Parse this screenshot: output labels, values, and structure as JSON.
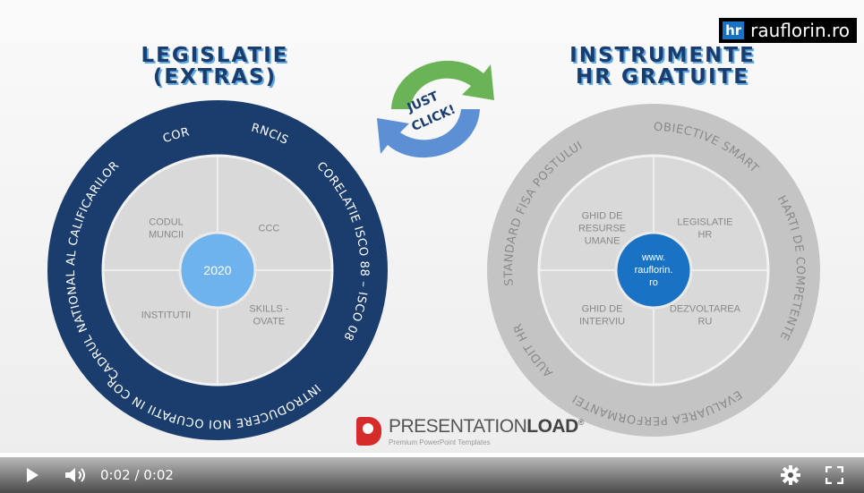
{
  "brand": {
    "hr": "hr",
    "site": "rauflorin.ro"
  },
  "titles": {
    "left": [
      "LEGISLATIE",
      "(EXTRAS)"
    ],
    "right": [
      "INSTRUMENTE",
      "HR GRATUITE"
    ]
  },
  "center_badge": {
    "line1": "JUST",
    "line2": "CLICK!"
  },
  "left_circle": {
    "ring_labels": [
      "COR",
      "RNCIS",
      "CORELATIE ISCO 88 – ISCO 08",
      "INTRODUCERE NOI OCUPATII IN COR",
      "CADRUL NATIONAL AL CALIFICARILOR"
    ],
    "quadrants": {
      "tl": [
        "CODUL",
        "MUNCII"
      ],
      "tr": [
        "CCC"
      ],
      "bl": [
        "INSTITUTII"
      ],
      "br": [
        "SKILLS -",
        "OVATE"
      ]
    },
    "center": "2020"
  },
  "right_circle": {
    "ring_labels": [
      "OBIECTIVE SMART",
      "HARTI DE COMPETENTE",
      "EVALUAREA PERFORMANTEI",
      "AUDIT HR",
      "STANDARD FISA POSTULUI"
    ],
    "quadrants": {
      "tl": [
        "GHID DE",
        "RESURSE",
        "UMANE"
      ],
      "tr": [
        "LEGISLATIE",
        "HR"
      ],
      "bl": [
        "GHID DE",
        "INTERVIU"
      ],
      "br": [
        "DEZVOLTAREA",
        "RU"
      ]
    },
    "center": [
      "www.",
      "rauflorin.",
      "ro"
    ]
  },
  "logo": {
    "name_light": "PRESENTATION",
    "name_bold": "LOAD",
    "reg": "®",
    "tagline": "Premium PowerPoint Templates"
  },
  "player": {
    "time": "0:02 / 0:02",
    "progress": 1.0
  },
  "colors": {
    "navy": "#1b3d6e",
    "grey_ring": "#c4c4c4",
    "quad": "#d9d9d9",
    "center_light": "#6eb2ee",
    "center_blue": "#1a72c4",
    "arrow_green": "#6ab357",
    "arrow_blue": "#5d8fd4"
  }
}
